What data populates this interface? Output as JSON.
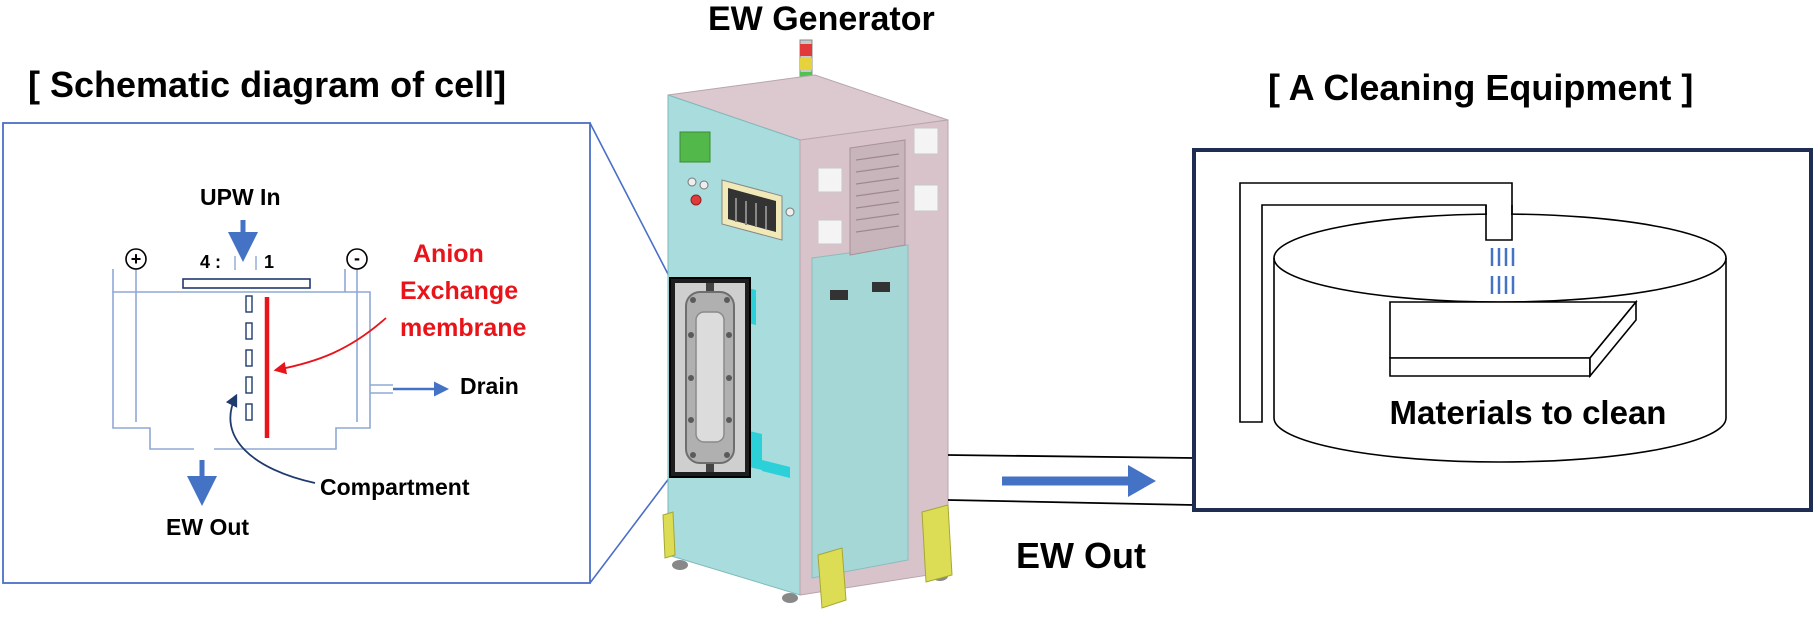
{
  "titles": {
    "schematic": "[ Schematic diagram of cell]",
    "generator": "EW Generator",
    "cleaning": "[ A Cleaning Equipment ]"
  },
  "cell": {
    "inlet_label": "UPW In",
    "ratio_left": "4 :",
    "ratio_right": "1",
    "plus_symbol": "+",
    "minus_symbol": "-",
    "membrane_label": {
      "line1": "Anion",
      "line2": "Exchange",
      "line3": "membrane"
    },
    "drain_label": "Drain",
    "compartment_label": "Compartment",
    "outlet_label": "EW Out"
  },
  "flow": {
    "outlet_label": "EW Out"
  },
  "cleaning": {
    "materials_label": "Materials to clean"
  },
  "colors": {
    "arrow_blue": "#4472c4",
    "membrane_red": "#e8141a",
    "frame_navy": "#1f2d52",
    "zoom_line": "#4a6fc7",
    "cabinet_teal": "#a9dcdc",
    "cabinet_roof": "#dcc8cf",
    "cabinet_side": "#d9c3ca",
    "accent_cyan": "#2bd0d8",
    "feet_yellow": "#dddd55"
  }
}
